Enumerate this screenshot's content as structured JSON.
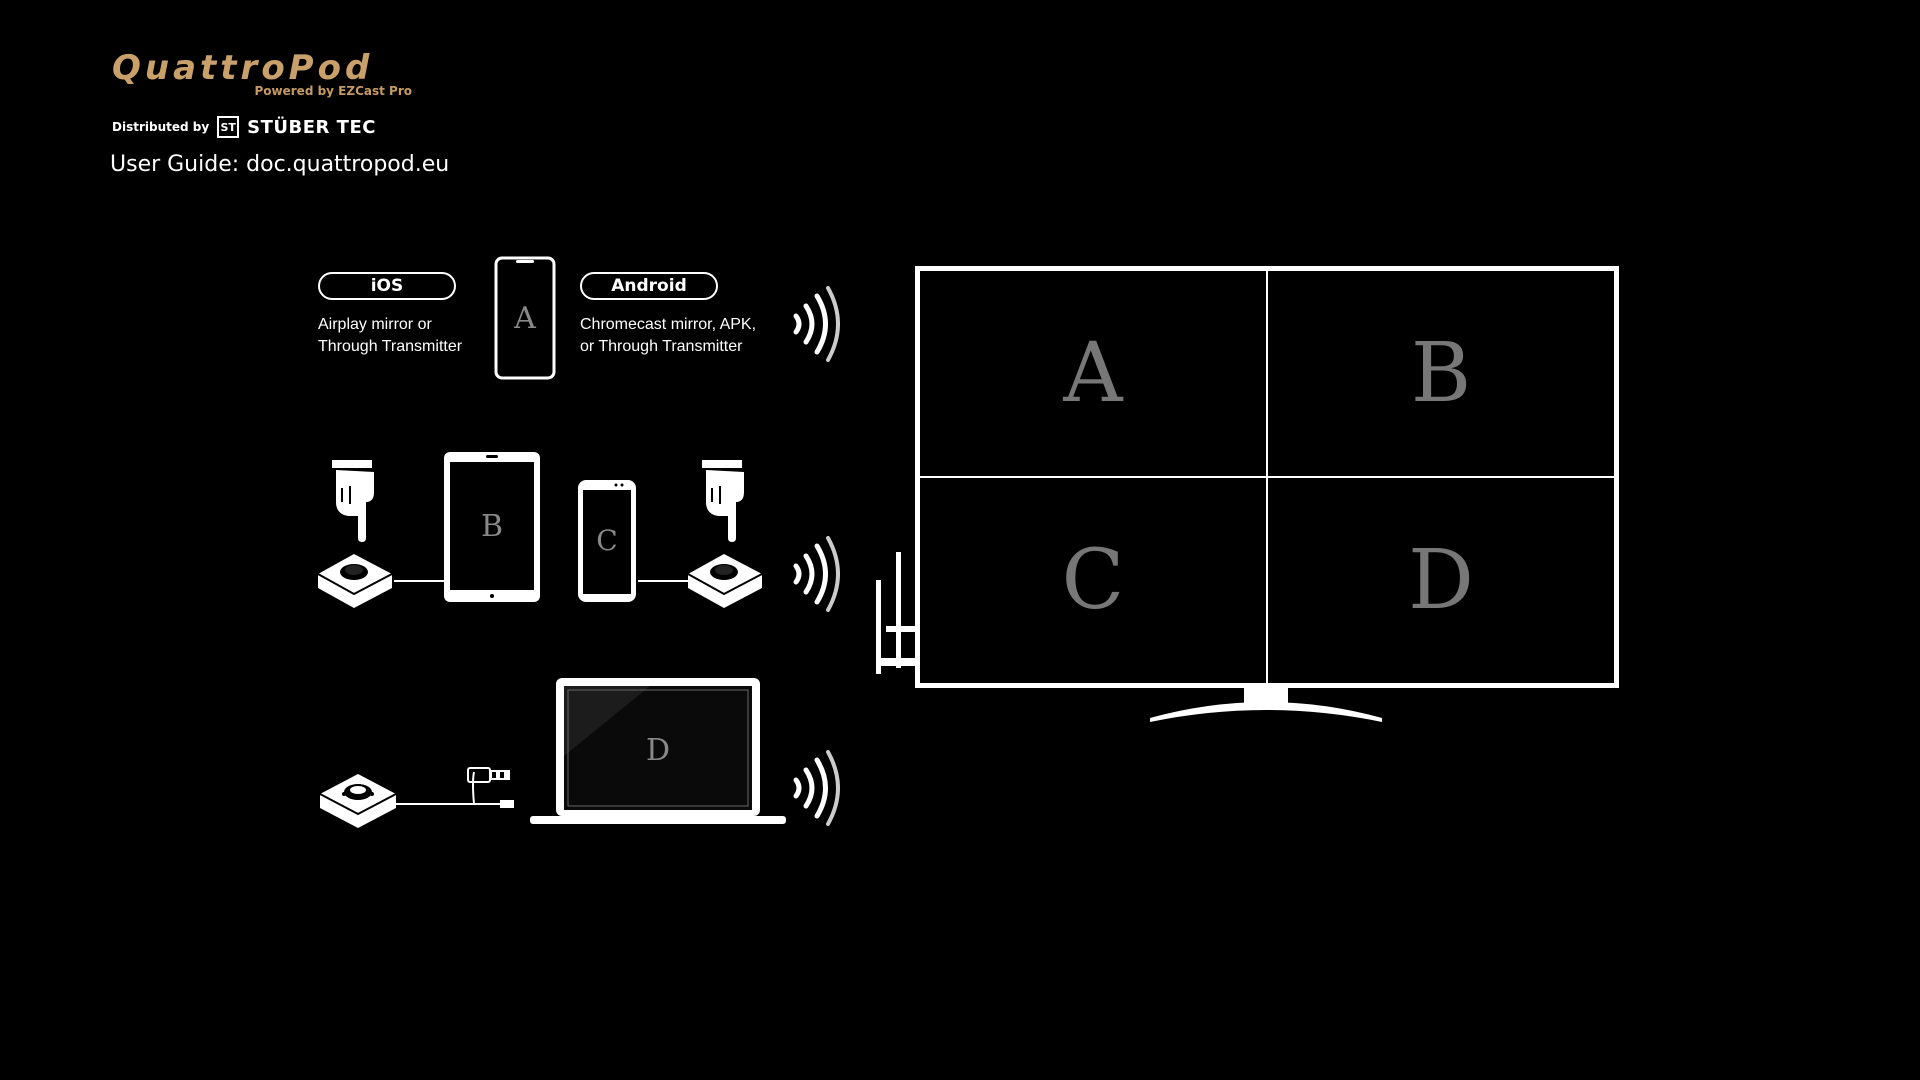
{
  "brand": {
    "name": "QuattroPod",
    "tagline": "Powered by EZCast Pro",
    "distributed_by": "Distributed by",
    "distributor_mark": "ST",
    "distributor": "STÜBER TEC"
  },
  "guide": {
    "text": "User Guide: doc.quattropod.eu"
  },
  "sources": {
    "ios": {
      "label": "iOS",
      "desc_line1": "Airplay mirror or",
      "desc_line2": "Through Transmitter"
    },
    "android": {
      "label": "Android",
      "desc_line1": "Chromecast mirror, APK,",
      "desc_line2": "or Through Transmitter"
    },
    "phone_a": "A",
    "tablet_b": "B",
    "phone_c": "C",
    "laptop_d": "D"
  },
  "display": {
    "quadrants": [
      "A",
      "B",
      "C",
      "D"
    ]
  },
  "colors": {
    "background": "#000000",
    "brand_gold": "#caa06a",
    "quadrant_letter": "#777777"
  }
}
